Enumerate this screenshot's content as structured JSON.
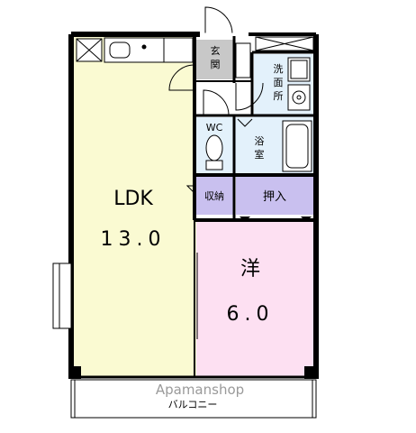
{
  "rooms": {
    "ldk_name": "LDK",
    "ldk_size": "13.0",
    "western_name": "洋",
    "western_size": "6.0",
    "entrance": [
      "玄",
      "関"
    ],
    "washroom": [
      "洗",
      "面",
      "所"
    ],
    "toilet": "WC",
    "bath": [
      "浴",
      "室"
    ],
    "storage": "収納",
    "closet": "押入",
    "balcony": "バルコニー"
  },
  "watermark": "Apamanshop",
  "colors": {
    "ldk": "#fafad2",
    "western": "#fde0f2",
    "wet": "#e3f1fb",
    "storage": "#c9c0ef",
    "entrance": "#c8c8c8",
    "wall": "#000000"
  }
}
